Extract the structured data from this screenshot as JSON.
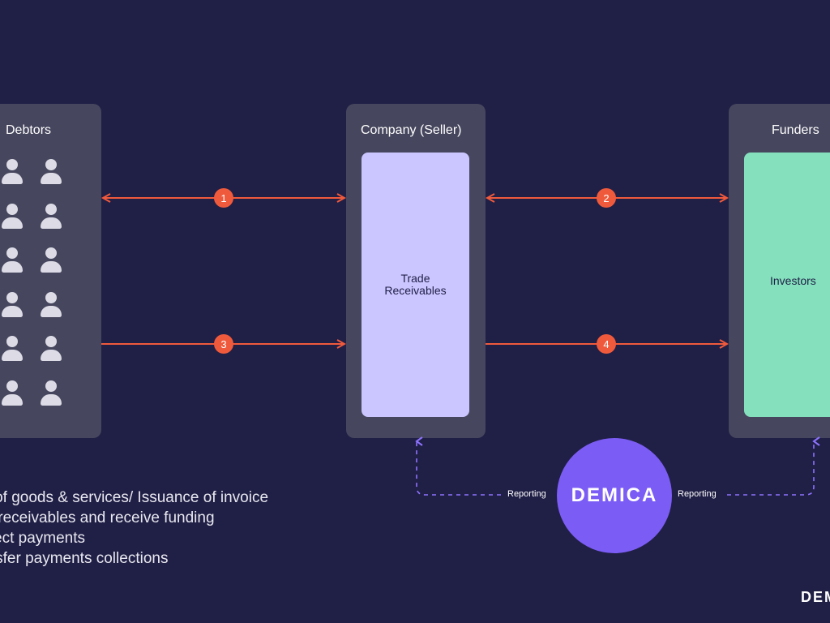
{
  "panels": {
    "debtors": {
      "title": "Debtors",
      "person_count": 12
    },
    "company": {
      "title": "Company (Seller)",
      "inner_label_line1": "Trade",
      "inner_label_line2": "Receivables"
    },
    "funders": {
      "title": "Funders",
      "inner_label": "Investors"
    }
  },
  "flows": [
    {
      "number": "1",
      "from": "Debtors",
      "to": "Company (Seller)",
      "direction": "bidirectional"
    },
    {
      "number": "2",
      "from": "Company (Seller)",
      "to": "Funders",
      "direction": "bidirectional"
    },
    {
      "number": "3",
      "from": "Debtors",
      "to": "Company (Seller)",
      "direction": "one-way"
    },
    {
      "number": "4",
      "from": "Company (Seller)",
      "to": "Funders",
      "direction": "one-way"
    }
  ],
  "reporting": {
    "left_label": "Reporting",
    "right_label": "Reporting",
    "hub_label": "DEMICA"
  },
  "legend": [
    "le of goods & services/ Issuance of invoice",
    "ell receivables and receive funding",
    "ollect payments",
    "ansfer payments collections"
  ],
  "corner_logo": "DEM",
  "colors": {
    "background": "#201f46",
    "panel": "#46465e",
    "arrow": "#f05a3c",
    "receivables": "#cbc6ff",
    "investors": "#84e0bd",
    "demica": "#7b5cf5",
    "dashed": "#8d73ff"
  }
}
